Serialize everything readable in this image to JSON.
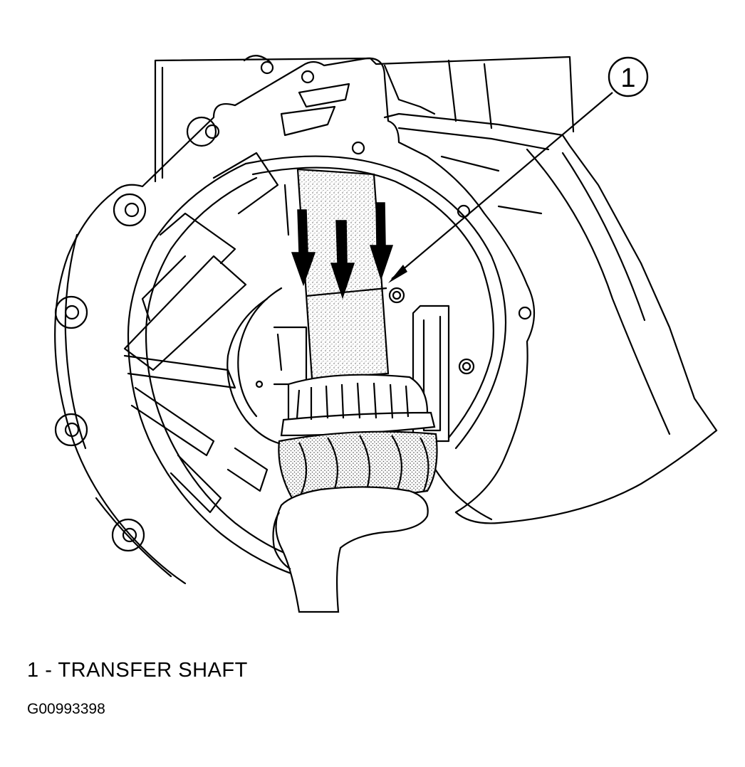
{
  "callout": {
    "number": "1"
  },
  "legend": [
    {
      "number": "1",
      "separator": "-",
      "label": "TRANSFER SHAFT"
    }
  ],
  "figure_id": "G00993398"
}
